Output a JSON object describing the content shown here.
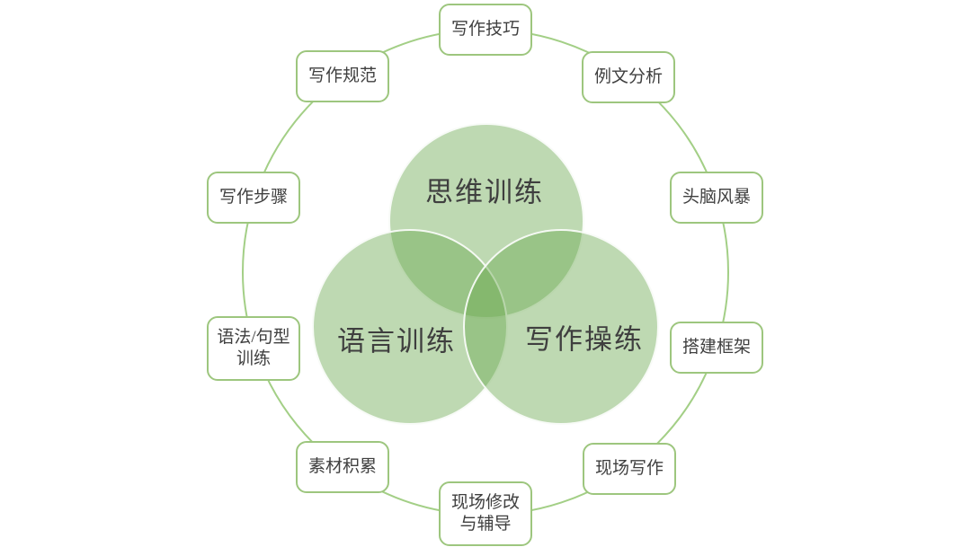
{
  "colors": {
    "background": "#ffffff",
    "venn_fill": "rgba(106,168,79,0.44)",
    "venn_edge": "rgba(255,255,255,0.9)",
    "ring_stroke": "#a3cf86",
    "node_border": "#9dc67e",
    "node_fill": "#ffffff",
    "text": "#3f3f3f"
  },
  "venn": {
    "circles": [
      {
        "id": "thinking",
        "label": "思维训练"
      },
      {
        "id": "language",
        "label": "语言训练"
      },
      {
        "id": "writing",
        "label": "写作操练"
      }
    ]
  },
  "nodes": [
    {
      "id": "writing-skills",
      "label": "写作技巧"
    },
    {
      "id": "example-analysis",
      "label": "例文分析"
    },
    {
      "id": "brainstorming",
      "label": "头脑风暴"
    },
    {
      "id": "build-framework",
      "label": "搭建框架"
    },
    {
      "id": "onsite-writing",
      "label": "现场写作"
    },
    {
      "id": "onsite-revision",
      "label": "现场修改\n与辅导"
    },
    {
      "id": "material-collection",
      "label": "素材积累"
    },
    {
      "id": "grammar-sentence",
      "label": "语法/句型\n训练"
    },
    {
      "id": "writing-steps",
      "label": "写作步骤"
    },
    {
      "id": "writing-standards",
      "label": "写作规范"
    }
  ]
}
